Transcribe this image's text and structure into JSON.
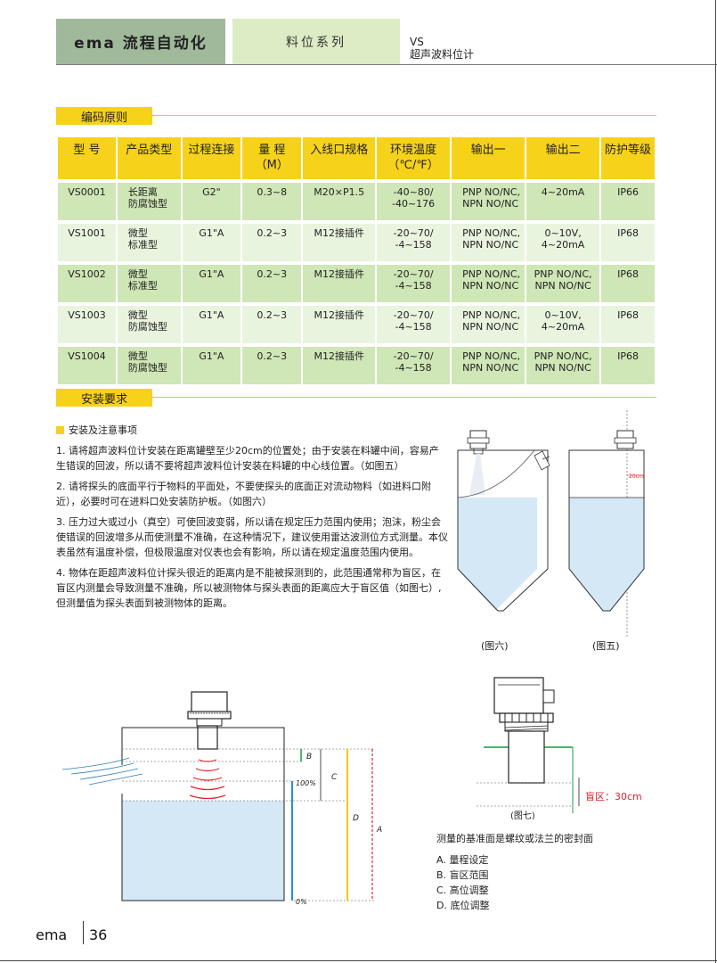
{
  "header": {
    "brand": "ema 流程自动化",
    "series": "料位系列",
    "model_code": "VS",
    "model_name": "超声波料位计"
  },
  "sections": {
    "coding": "编码原则",
    "install": "安装要求"
  },
  "table": {
    "headers": [
      "型  号",
      "产品类型",
      "过程连接",
      "量  程\n（M）",
      "入线口规格",
      "环境温度\n（℃/℉）",
      "输出一",
      "输出二",
      "防护等级"
    ],
    "rows": [
      [
        "VS0001",
        "长距离\n防腐蚀型",
        "G2\"",
        "0.3~8",
        "M20×P1.5",
        "-40~80/\n-40~176",
        "PNP NO/NC,\nNPN NO/NC",
        "4~20mA",
        "IP66"
      ],
      [
        "VS1001",
        "微型\n标准型",
        "G1\"A",
        "0.2~3",
        "M12接插件",
        "-20~70/\n-4~158",
        "PNP NO/NC,\nNPN NO/NC",
        "0~10V,\n4~20mA",
        "IP68"
      ],
      [
        "VS1002",
        "微型\n标准型",
        "G1\"A",
        "0.2~3",
        "M12接插件",
        "-20~70/\n-4~158",
        "PNP NO/NC,\nNPN NO/NC",
        "PNP NO/NC,\nNPN NO/NC",
        "IP68"
      ],
      [
        "VS1003",
        "微型\n防腐蚀型",
        "G1\"A",
        "0.2~3",
        "M12接插件",
        "-20~70/\n-4~158",
        "PNP NO/NC,\nNPN NO/NC",
        "0~10V,\n4~20mA",
        "IP68"
      ],
      [
        "VS1004",
        "微型\n防腐蚀型",
        "G1\"A",
        "0.2~3",
        "M12接插件",
        "-20~70/\n-4~158",
        "PNP NO/NC,\nNPN NO/NC",
        "PNP NO/NC,\nNPN NO/NC",
        "IP68"
      ]
    ]
  },
  "install": {
    "heading": "安装及注意事项",
    "p1": "1. 请将超声波料位计安装在距离罐壁至少20cm的位置处；由于安装在料罐中间，容易产生错误的回波，所以请不要将超声波料位计安装在料罐的中心线位置。（如图五）",
    "p2": "2. 请将探头的底面平行于物料的平面处，不要使探头的底面正对流动物料（如进料口附近），必要时可在进料口处安装防护板。（如图六）",
    "p3": "3. 压力过大或过小（真空）可使回波变弱，所以请在规定压力范围内使用；泡沫，粉尘会使错误的回波增多从而使测量不准确，在这种情况下，建议使用雷达波测位方式测量。本仪表虽然有温度补偿，但极限温度对仪表也会有影响，所以请在规定温度范围内使用。",
    "p4": "4. 物体在距超声波料位计探头很近的距离内是不能被探测到的，此范围通常称为盲区，在盲区内测量会导致测量不准确，所以被测物体与探头表面的距离应大于盲区值（如图七）,但测量值为探头表面到被测物体的距离。"
  },
  "figures": {
    "fig6_caption": "(图六)",
    "fig5_caption": "(图五)",
    "fig5_dim": "20cm",
    "fig7_caption": "(图七)",
    "fig7_blind": "盲区：30cm",
    "tank_labels": {
      "b": "B",
      "c": "C",
      "d": "D",
      "a": "A",
      "full": "100%",
      "empty": "0%"
    }
  },
  "legend": {
    "title": "测量的基准面是螺纹或法兰的密封面",
    "items": [
      "A. 量程设定",
      "B. 盲区范围",
      "C. 高位调整",
      "D. 底位调整"
    ]
  },
  "footer": {
    "brand": "ema",
    "page": "36"
  },
  "colors": {
    "yellow": "#f7d21a",
    "green_dark": "#cfe6b6",
    "green_light": "#e9f4df",
    "liquid": "#d4e8f5",
    "red": "#e0242a"
  }
}
